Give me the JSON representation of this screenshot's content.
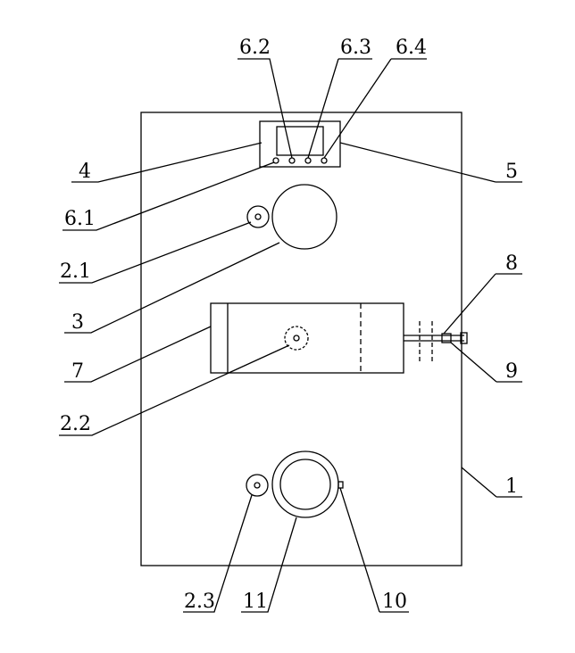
{
  "labels": {
    "l6_2": "6.2",
    "l6_3": "6.3",
    "l6_4": "6.4",
    "l4": "4",
    "l5": "5",
    "l6_1": "6.1",
    "l2_1": "2.1",
    "l3": "3",
    "l8": "8",
    "l7": "7",
    "l9": "9",
    "l2_2": "2.2",
    "l1": "1",
    "l2_3": "2.3",
    "l11": "11",
    "l10": "10"
  }
}
